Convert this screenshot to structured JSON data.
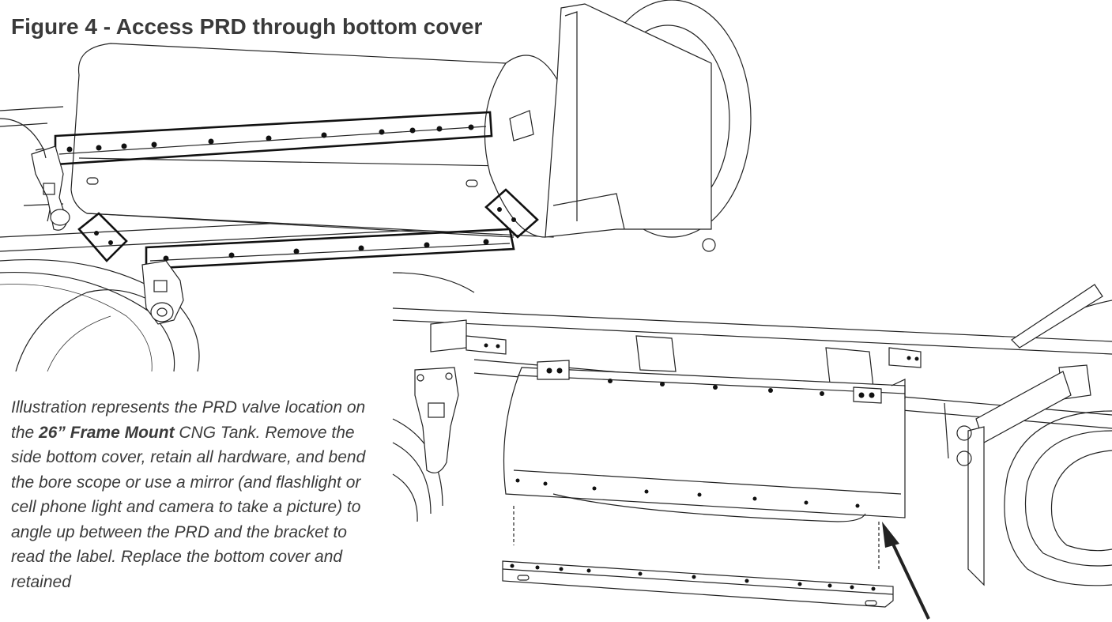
{
  "figure": {
    "title": "Figure 4 - Access PRD through bottom cover"
  },
  "caption": {
    "part1": "Illustration represents the PRD valve location on the ",
    "emphasis": "26” Frame Mount",
    "part2": " CNG Tank. Remove the side bottom cover, retain all hardware, and bend the bore scope or use a mirror (and flashlight or cell phone light and camera to take a picture) to angle up between the PRD and the bracket to read the label. Replace the bottom cover and retained"
  }
}
